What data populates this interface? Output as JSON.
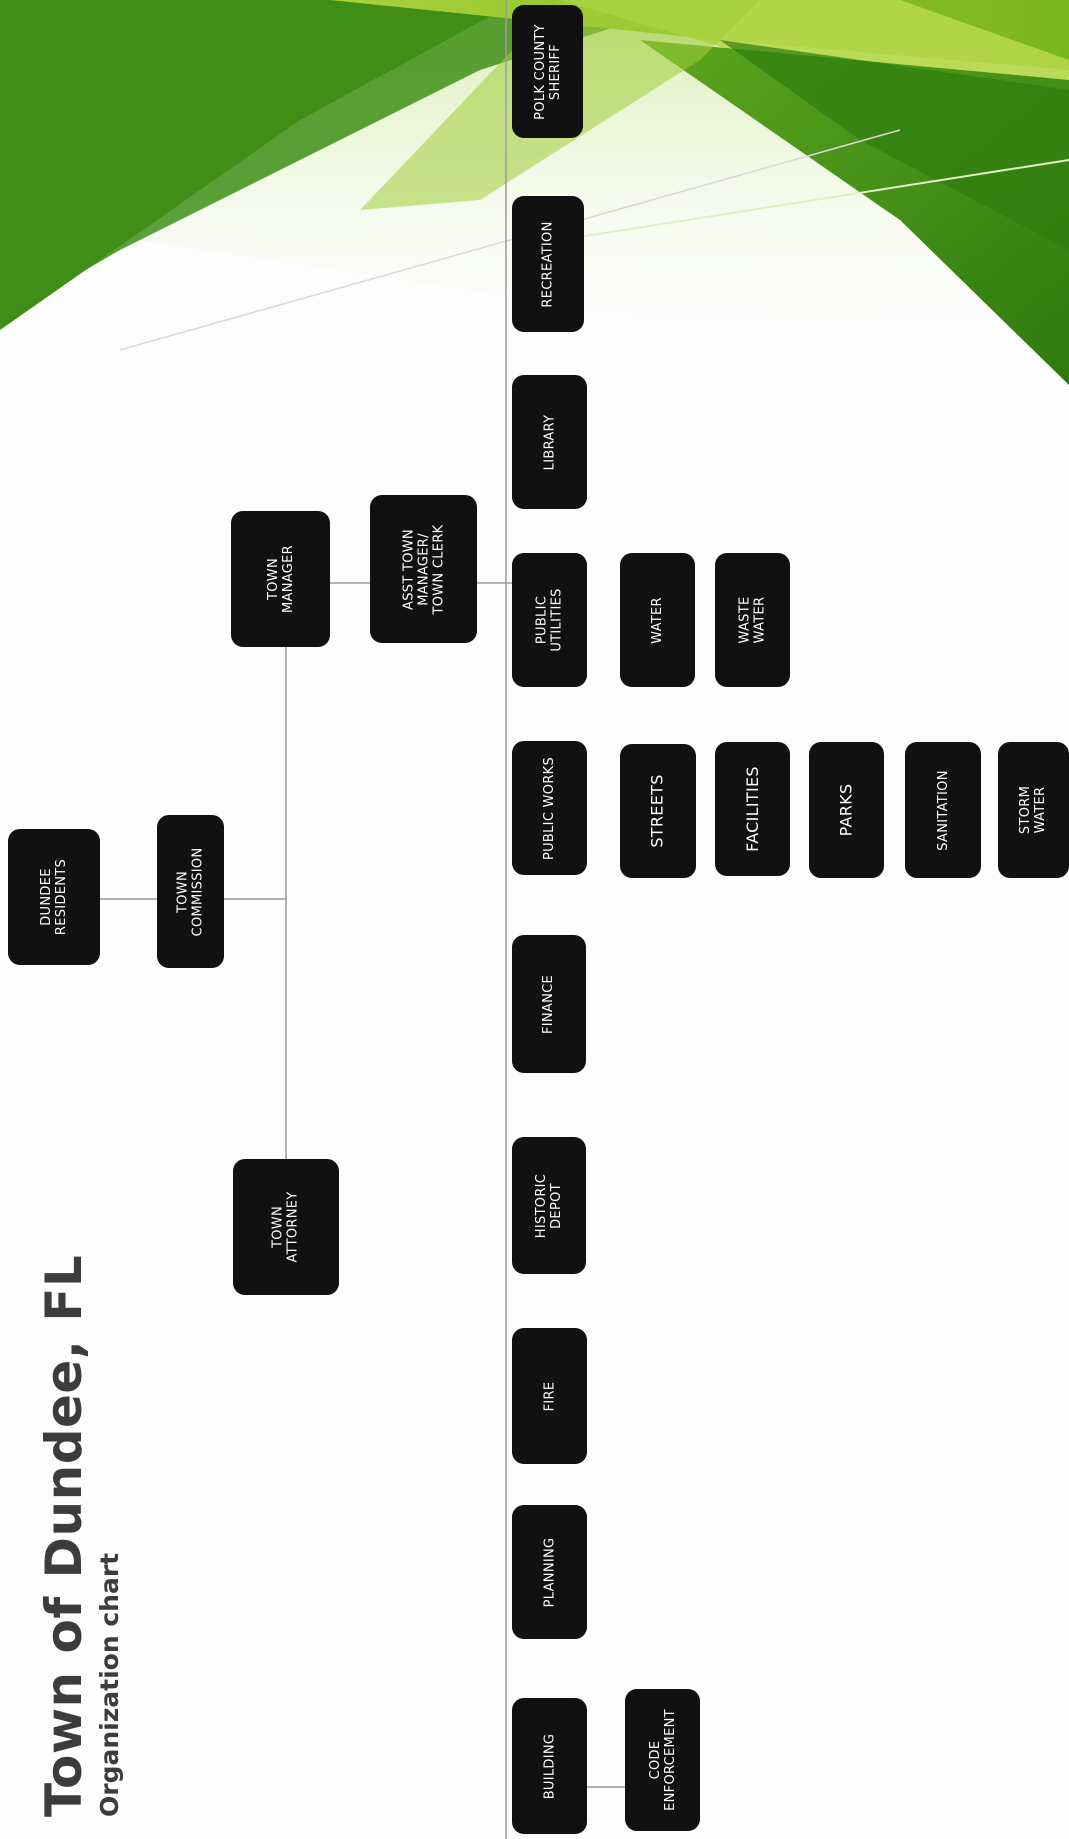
{
  "title": {
    "main": "Town of Dundee, FL",
    "sub": "Organization chart"
  },
  "nodes": {
    "dundee_residents": "DUNDEE\nRESIDENTS",
    "town_commission": "TOWN\nCOMMISSION",
    "town_manager": "TOWN\nMANAGER",
    "town_attorney": "TOWN\nATTORNEY",
    "asst_town_manager": "ASST TOWN\nMANAGER/\nTOWN CLERK",
    "polk_county_sheriff": "POLK COUNTY\nSHERIFF",
    "recreation": "RECREATION",
    "library": "LIBRARY",
    "public_utilities": "PUBLIC\nUTILITIES",
    "public_works": "PUBLIC WORKS",
    "finance": "FINANCE",
    "historic_depot": "HISTORIC\nDEPOT",
    "fire": "FIRE",
    "planning": "PLANNING",
    "building": "BUILDING",
    "water": "WATER",
    "waste_water": "WASTE\nWATER",
    "streets": "STREETS",
    "facilities": "FACILITIES",
    "parks": "PARKS",
    "sanitation": "SANITATION",
    "storm_water": "STORM\nWATER",
    "code_enforcement": "CODE\nENFORCEMENT"
  },
  "colors": {
    "node_fill": "#111111",
    "node_text": "#ffffff",
    "connector": "#9a9a9a",
    "title_text": "#3c3c3c",
    "accent_green": "#7ab51d",
    "dark_green": "#3e8a12"
  }
}
